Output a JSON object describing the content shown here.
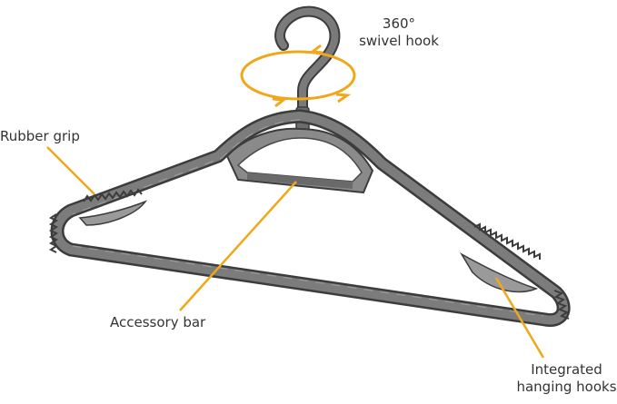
{
  "labels": {
    "swivel_line1": "360°",
    "swivel_line2": "swivel hook",
    "rubber_grip": "Rubber grip",
    "accessory_bar": "Accessory bar",
    "hanging_line1": "Integrated",
    "hanging_line2": "hanging hooks"
  },
  "colors": {
    "accent": "#f0a81a",
    "hanger_body": "#7a7a7a",
    "hanger_edge": "#3c3c3c",
    "background": "#ffffff"
  }
}
